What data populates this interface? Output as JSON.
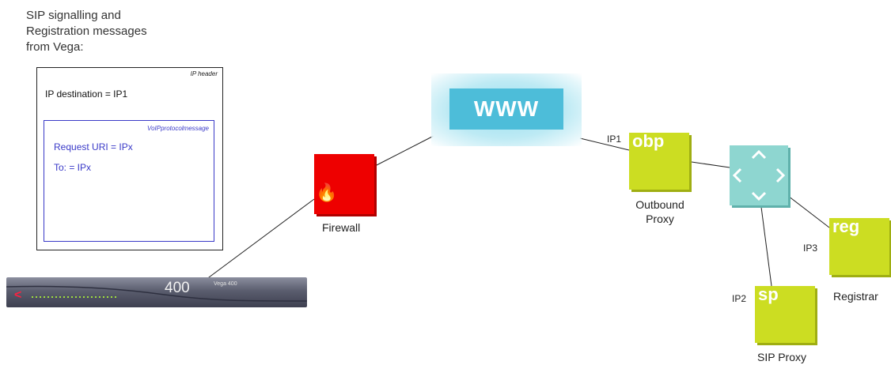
{
  "caption": [
    "SIP signalling and",
    "Registration messages",
    "from Vega:"
  ],
  "ip_packet": {
    "header_label": "IP header",
    "destination": "IP destination = IP1",
    "voip": {
      "label": "VoIPprotocolmessage",
      "request_uri": "Request URI = IPx",
      "to": "To: = IPx"
    }
  },
  "nodes": {
    "firewall": {
      "label": "Firewall",
      "icon": "flame-icon",
      "color": "#ee0000"
    },
    "internet": {
      "label": "WWW",
      "color": "#4dbdd9"
    },
    "outbound_proxy": {
      "tag": "obp",
      "label_line1": "Outbound",
      "label_line2": "Proxy",
      "ip": "IP1",
      "color": "#ccdd22"
    },
    "router": {
      "icon": "four-arrows-icon",
      "color": "#8ed6d0"
    },
    "registrar": {
      "tag": "reg",
      "label": "Registrar",
      "ip": "IP3",
      "color": "#ccdd22"
    },
    "sip_proxy": {
      "tag": "sp",
      "label": "SIP Proxy",
      "ip": "IP2",
      "color": "#ccdd22"
    },
    "vega": {
      "model": "400",
      "small_label": "Vega 400"
    }
  }
}
